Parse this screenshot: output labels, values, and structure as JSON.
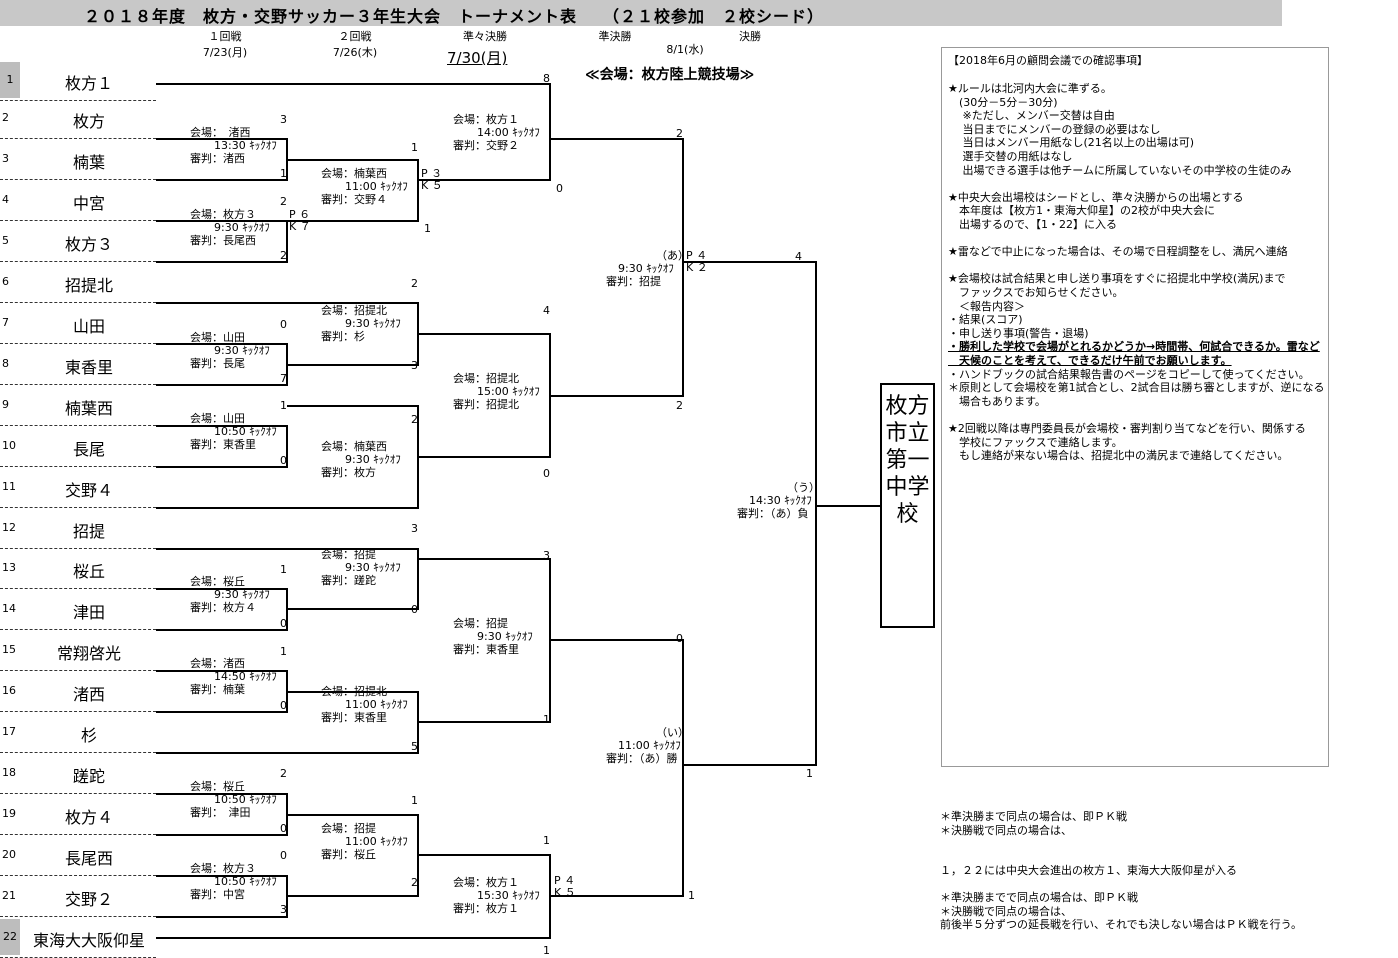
{
  "title": "２０１８年度　枚方・交野サッカー３年生大会　トーナメント表　　（２１校参加　２校シード）",
  "rounds": [
    {
      "name": "１回戦",
      "date": "7/23(月)"
    },
    {
      "name": "２回戦",
      "date": "7/26(木)"
    },
    {
      "name": "準々決勝",
      "date": ""
    },
    {
      "name": "準決勝",
      "date": "8/1(水)"
    },
    {
      "name": "決勝",
      "date": ""
    }
  ],
  "qf_date": "7/30(月)",
  "main_venue": "≪会場：枚方陸上競技場≫",
  "teams": [
    {
      "no": "1",
      "name": "枚方１",
      "seed": true
    },
    {
      "no": "2",
      "name": "枚方",
      "seed": false
    },
    {
      "no": "3",
      "name": "楠葉",
      "seed": false
    },
    {
      "no": "4",
      "name": "中宮",
      "seed": false
    },
    {
      "no": "5",
      "name": "枚方３",
      "seed": false
    },
    {
      "no": "6",
      "name": "招提北",
      "seed": false
    },
    {
      "no": "7",
      "name": "山田",
      "seed": false
    },
    {
      "no": "8",
      "name": "東香里",
      "seed": false
    },
    {
      "no": "9",
      "name": "楠葉西",
      "seed": false
    },
    {
      "no": "10",
      "name": "長尾",
      "seed": false
    },
    {
      "no": "11",
      "name": "交野４",
      "seed": false
    },
    {
      "no": "12",
      "name": "招提",
      "seed": false
    },
    {
      "no": "13",
      "name": "桜丘",
      "seed": false
    },
    {
      "no": "14",
      "name": "津田",
      "seed": false
    },
    {
      "no": "15",
      "name": "常翔啓光",
      "seed": false
    },
    {
      "no": "16",
      "name": "渚西",
      "seed": false
    },
    {
      "no": "17",
      "name": "杉",
      "seed": false
    },
    {
      "no": "18",
      "name": "蹉跎",
      "seed": false
    },
    {
      "no": "19",
      "name": "枚方４",
      "seed": false
    },
    {
      "no": "20",
      "name": "長尾西",
      "seed": false
    },
    {
      "no": "21",
      "name": "交野２",
      "seed": false
    },
    {
      "no": "22",
      "name": "東海大大阪仰星",
      "seed": true
    }
  ],
  "matches": [
    {
      "id": "r1-a",
      "lines": [
        "会場：　渚西",
        "13:30 ｷｯｸｵﾌ",
        "審判：渚西"
      ]
    },
    {
      "id": "r1-b",
      "lines": [
        "会場：枚方３",
        "9:30 ｷｯｸｵﾌ",
        "審判：長尾西"
      ]
    },
    {
      "id": "r1-c",
      "lines": [
        "会場：山田",
        "9:30 ｷｯｸｵﾌ",
        "審判：長尾"
      ]
    },
    {
      "id": "r1-d",
      "lines": [
        "会場：山田",
        "10:50 ｷｯｸｵﾌ",
        "審判：東香里"
      ]
    },
    {
      "id": "r1-e",
      "lines": [
        "会場：桜丘",
        "9:30 ｷｯｸｵﾌ",
        "審判：枚方４"
      ]
    },
    {
      "id": "r1-f",
      "lines": [
        "会場：渚西",
        "14:50 ｷｯｸｵﾌ",
        "審判：楠葉"
      ]
    },
    {
      "id": "r1-g",
      "lines": [
        "会場：桜丘",
        "10:50 ｷｯｸｵﾌ",
        "審判：　津田"
      ]
    },
    {
      "id": "r1-h",
      "lines": [
        "会場：枚方３",
        "10:50 ｷｯｸｵﾌ",
        "審判：中宮"
      ]
    },
    {
      "id": "r2-a",
      "lines": [
        "会場：楠葉西",
        "11:00 ｷｯｸｵﾌ",
        "審判：交野４"
      ]
    },
    {
      "id": "r2-b",
      "lines": [
        "会場：招提北",
        "9:30 ｷｯｸｵﾌ",
        "審判：杉"
      ]
    },
    {
      "id": "r2-c",
      "lines": [
        "会場：楠葉西",
        "9:30 ｷｯｸｵﾌ",
        "審判：枚方"
      ]
    },
    {
      "id": "r2-d",
      "lines": [
        "会場：招提",
        "9:30 ｷｯｸｵﾌ",
        "審判：蹉跎"
      ]
    },
    {
      "id": "r2-e",
      "lines": [
        "会場：招提北",
        "11:00 ｷｯｸｵﾌ",
        "審判：東香里"
      ]
    },
    {
      "id": "r2-f",
      "lines": [
        "会場：招提",
        "11:00 ｷｯｸｵﾌ",
        "審判：桜丘"
      ]
    },
    {
      "id": "qf-a",
      "lines": [
        "会場：枚方１",
        "14:00 ｷｯｸｵﾌ",
        "審判：交野２"
      ]
    },
    {
      "id": "qf-b",
      "lines": [
        "会場：招提北",
        "15:00 ｷｯｸｵﾌ",
        "審判：招提北"
      ]
    },
    {
      "id": "qf-c",
      "lines": [
        "会場：招提",
        "9:30 ｷｯｸｵﾌ",
        "審判：東香里"
      ]
    },
    {
      "id": "qf-d",
      "lines": [
        "会場：枚方１",
        "15:30 ｷｯｸｵﾌ",
        "審判：枚方１"
      ]
    },
    {
      "id": "sf-a",
      "lines": [
        "（あ）",
        "9:30 ｷｯｸｵﾌ",
        "審判：招提"
      ]
    },
    {
      "id": "sf-b",
      "lines": [
        "（い）",
        "11:00 ｷｯｸｵﾌ",
        "審判：（あ）勝"
      ]
    },
    {
      "id": "final",
      "lines": [
        "（う）",
        "14:30 ｷｯｸｵﾌ",
        "審判：（あ）負"
      ]
    }
  ],
  "scores": [
    {
      "id": "s1",
      "v": "3"
    },
    {
      "id": "s2",
      "v": "1"
    },
    {
      "id": "s3",
      "v": "2"
    },
    {
      "id": "s4",
      "v": "2"
    },
    {
      "id": "s5",
      "v": "0"
    },
    {
      "id": "s6",
      "v": "7"
    },
    {
      "id": "s7",
      "v": "1"
    },
    {
      "id": "s8",
      "v": "0"
    },
    {
      "id": "s9",
      "v": "1"
    },
    {
      "id": "s10",
      "v": "0"
    },
    {
      "id": "s11",
      "v": "1"
    },
    {
      "id": "s12",
      "v": "0"
    },
    {
      "id": "s13",
      "v": "2"
    },
    {
      "id": "s14",
      "v": "0"
    },
    {
      "id": "s15",
      "v": "0"
    },
    {
      "id": "s16",
      "v": "3"
    },
    {
      "id": "s17",
      "v": "1"
    },
    {
      "id": "s18",
      "v": "1"
    },
    {
      "id": "s19",
      "v": "2"
    },
    {
      "id": "s20",
      "v": "3"
    },
    {
      "id": "s21",
      "v": "2"
    },
    {
      "id": "s22",
      "v": "0"
    },
    {
      "id": "s23",
      "v": "3"
    },
    {
      "id": "s24",
      "v": "3"
    },
    {
      "id": "s25",
      "v": "0"
    },
    {
      "id": "s26",
      "v": "1"
    },
    {
      "id": "s27",
      "v": "5"
    },
    {
      "id": "s28",
      "v": "1"
    },
    {
      "id": "s29",
      "v": "2"
    },
    {
      "id": "s30",
      "v": "8"
    },
    {
      "id": "s31",
      "v": "0"
    },
    {
      "id": "s32",
      "v": "4"
    },
    {
      "id": "s33",
      "v": "0"
    },
    {
      "id": "s34",
      "v": "3"
    },
    {
      "id": "s35",
      "v": "1"
    },
    {
      "id": "s36",
      "v": "1"
    },
    {
      "id": "s37",
      "v": "1"
    },
    {
      "id": "s38",
      "v": "2"
    },
    {
      "id": "s39",
      "v": "2"
    },
    {
      "id": "s40",
      "v": "0"
    },
    {
      "id": "s41",
      "v": "1"
    },
    {
      "id": "s42",
      "v": "4"
    },
    {
      "id": "s43",
      "v": "1"
    }
  ],
  "pks": [
    {
      "id": "pk1",
      "a": "P ３",
      "b": "K ５"
    },
    {
      "id": "pk2",
      "a": "P ６",
      "b": "K ７"
    },
    {
      "id": "pk3",
      "a": "P ４",
      "b": "K ２"
    },
    {
      "id": "pk4",
      "a": "P ４",
      "b": "K ５"
    }
  ],
  "champion": "枚方市立第一中学校",
  "notes": {
    "heading": "【2018年6月の顧問会議での確認事項】",
    "lines": [
      "★ルールは北河内大会に準ずる。",
      "　(30分－5分－30分)",
      "　 ※ただし、メンバー交替は自由",
      "　 当日までにメンバーの登録の必要はなし",
      "　 当日はメンバー用紙なし(21名以上の出場は可)",
      "　 選手交替の用紙はなし",
      "　 出場できる選手は他チームに所属していないその中学校の生徒のみ",
      "",
      "★中央大会出場校はシードとし、準々決勝からの出場とする",
      "　本年度は【枚方1・東海大仰星】の2校が中央大会に",
      "　出場するので、【1・22】に入る",
      "",
      "★雷などで中止になった場合は、その場で日程調整をし、満尻へ連絡",
      "",
      "★会場校は試合結果と申し送り事項をすぐに招提北中学校(満尻)まで",
      "　ファックスでお知らせください。",
      "　＜報告内容＞",
      "・結果(スコア)",
      "・申し送り事項(警告・退場)",
      "・勝利した学校で会場がとれるかどうか→時間帯、何試合できるか。雷など",
      "　天候のことを考えて、できるだけ午前でお願いします。",
      "・ハンドブックの試合結果報告書のページをコピーして使ってください。",
      "＊原則として会場校を第1試合とし、2試合目は勝ち審としますが、逆になる",
      "　場合もあります。",
      "",
      "★2回戦以降は専門委員長が会場校・審判割り当てなどを行い、関係する",
      "　学校にファックスで連絡します。",
      "　もし連絡が来ない場合は、招提北中の満尻まで連絡してください。"
    ]
  },
  "footnotes": [
    "＊準決勝まで同点の場合は、即ＰＫ戦",
    "＊決勝戦で同点の場合は、",
    "１，２２には中央大会進出の枚方１、東海大大阪仰星が入る",
    "＊準決勝までで同点の場合は、即ＰＫ戦",
    "＊決勝戦で同点の場合は、",
    "前後半５分ずつの延長戦を行い、それでも決しない場合はＰＫ戦を行う。"
  ]
}
